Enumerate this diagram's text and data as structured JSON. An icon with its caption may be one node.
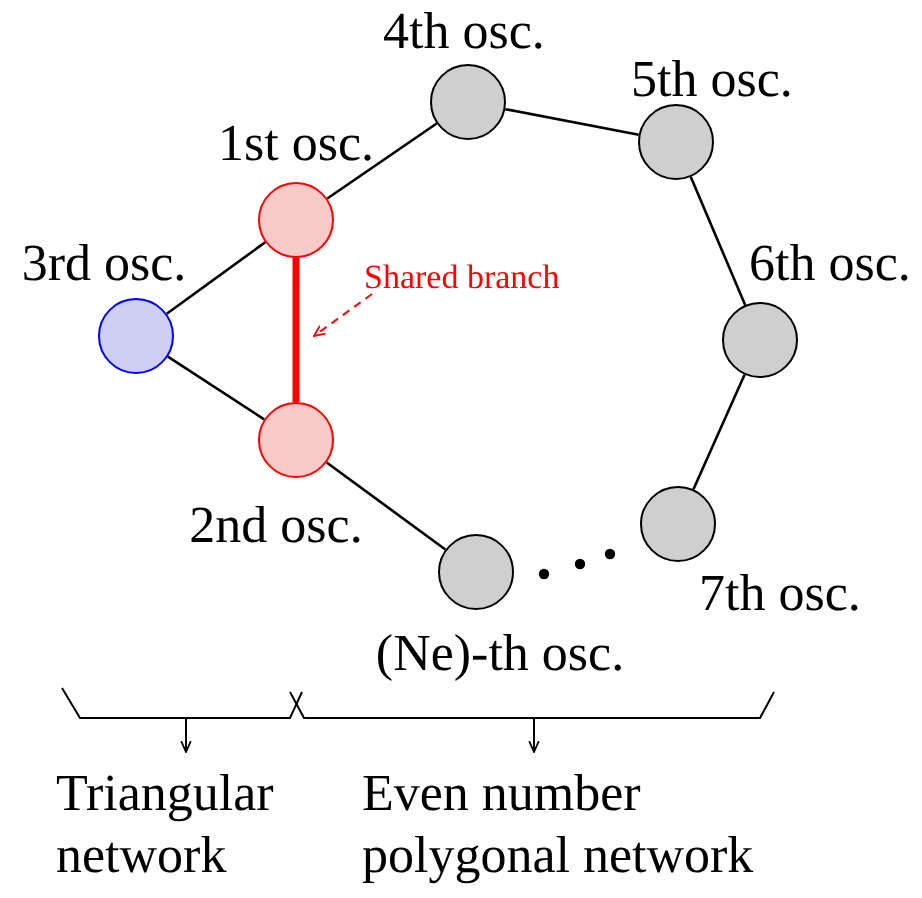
{
  "diagram": {
    "nodes": [
      {
        "text": [
          "4th osc."
        ]
      },
      {
        "text": [
          "5th osc."
        ]
      },
      {
        "text": [
          "1st osc."
        ]
      },
      {
        "text": [
          "3rd osc."
        ]
      },
      {
        "text": [
          "Shared branch"
        ]
      },
      {
        "text": [
          "6th osc."
        ]
      },
      {
        "text": [
          "2nd osc."
        ]
      },
      {
        "text": [
          "(Ne)-th osc."
        ]
      },
      {
        "text": [
          "7th osc."
        ]
      }
    ],
    "edges": [
      {
        "from": 2,
        "to": 0,
        "arrow": "none"
      },
      {
        "from": 0,
        "to": 1,
        "arrow": "none"
      },
      {
        "from": 1,
        "to": 5,
        "arrow": "none"
      },
      {
        "from": 5,
        "to": 8,
        "arrow": "none"
      },
      {
        "from": 2,
        "to": 3,
        "arrow": "none"
      },
      {
        "from": 3,
        "to": 6,
        "arrow": "none"
      },
      {
        "from": 2,
        "to": 6,
        "arrow": "none",
        "style": "thick",
        "color": "#ff0000"
      },
      {
        "from": 6,
        "to": 7,
        "arrow": "none"
      },
      {
        "from": 4,
        "to": null,
        "arrow": "to",
        "style": "dashed",
        "color": "#ff0000"
      }
    ],
    "labels": [
      "Triangular network",
      "Even number polygonal network"
    ]
  }
}
